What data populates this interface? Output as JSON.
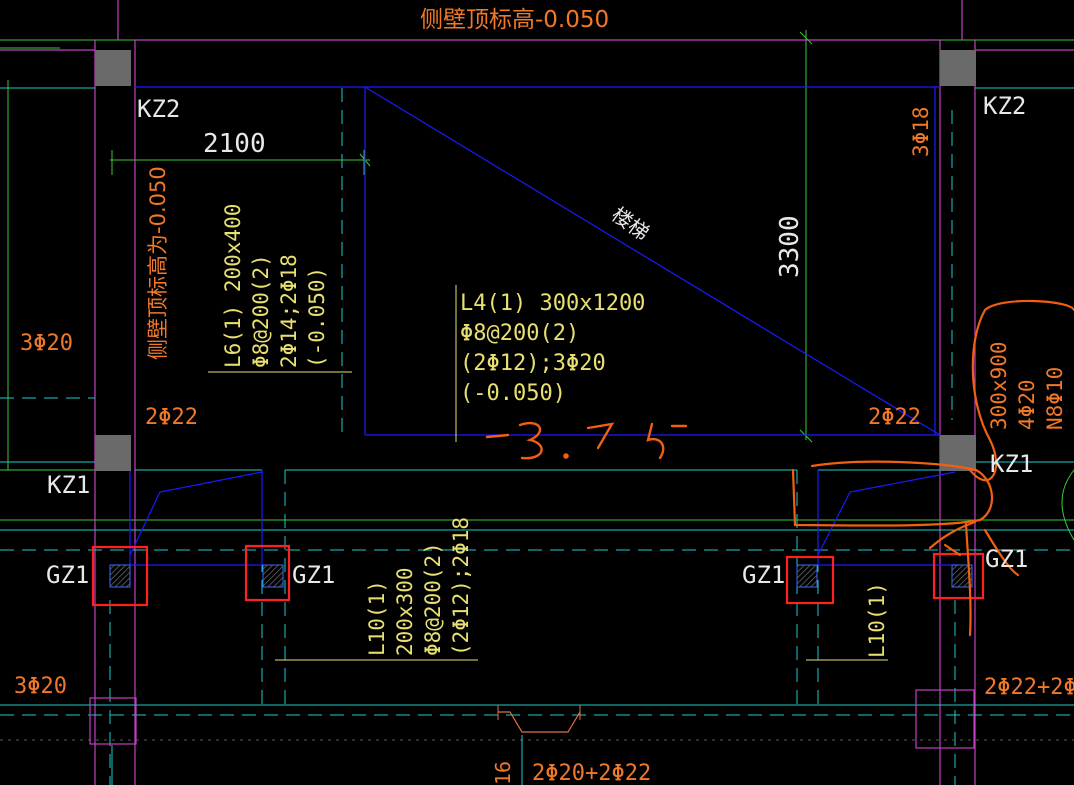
{
  "colors": {
    "background": "#000000",
    "beam_line": "#1a1aff",
    "wall_cyan": "#1ec8c8",
    "dim_green": "#3cc83c",
    "magenta": "#c040c0",
    "column_fill": "#6a6a6a",
    "text_white": "#e8e8e8",
    "text_orange": "#f07828",
    "text_yellow": "#e8e070",
    "highlight_red": "#ff2020",
    "markup_orange": "#f06010"
  },
  "labels": {
    "top_title": "侧壁顶标高-0.050",
    "left_vertical_title": "侧壁顶标高为-0.050",
    "stair": "楼梯",
    "dim_2100": "2100",
    "dim_3300": "3300",
    "kz2_left": "KZ2",
    "kz2_right": "KZ2",
    "kz1_left": "KZ1",
    "kz1_right": "KZ1",
    "gz1_a": "GZ1",
    "gz1_b": "GZ1",
    "gz1_c": "GZ1",
    "gz1_d": "GZ1",
    "rebar_3phi18": "3Φ18",
    "rebar_3phi20_left": "3Φ20",
    "rebar_2phi22_left": "2Φ22",
    "rebar_2phi22_right": "2Φ22",
    "rebar_3phi20_bottom": "3Φ20",
    "rebar_2phi22_plus": "2Φ22+2Φ",
    "rebar_bottom_center": "2Φ20+2Φ22",
    "rebar_bottom_clip": "16"
  },
  "beams": {
    "l6": [
      "L6(1) 200x400",
      "Φ8@200(2)",
      "2Φ14;2Φ18",
      "(-0.050)"
    ],
    "l4": [
      "L4(1) 300x1200",
      "Φ8@200(2)",
      "(2Φ12);3Φ20",
      "(-0.050)"
    ],
    "l10": [
      "L10(1)",
      "200x300",
      "Φ8@200(2)",
      "(2Φ12);2Φ18"
    ],
    "l10_right": [
      "L10(1)"
    ],
    "right_section": [
      "300x900",
      "4Φ20",
      "N8Φ10"
    ]
  },
  "markup": {
    "handwriting": "-3.75"
  }
}
